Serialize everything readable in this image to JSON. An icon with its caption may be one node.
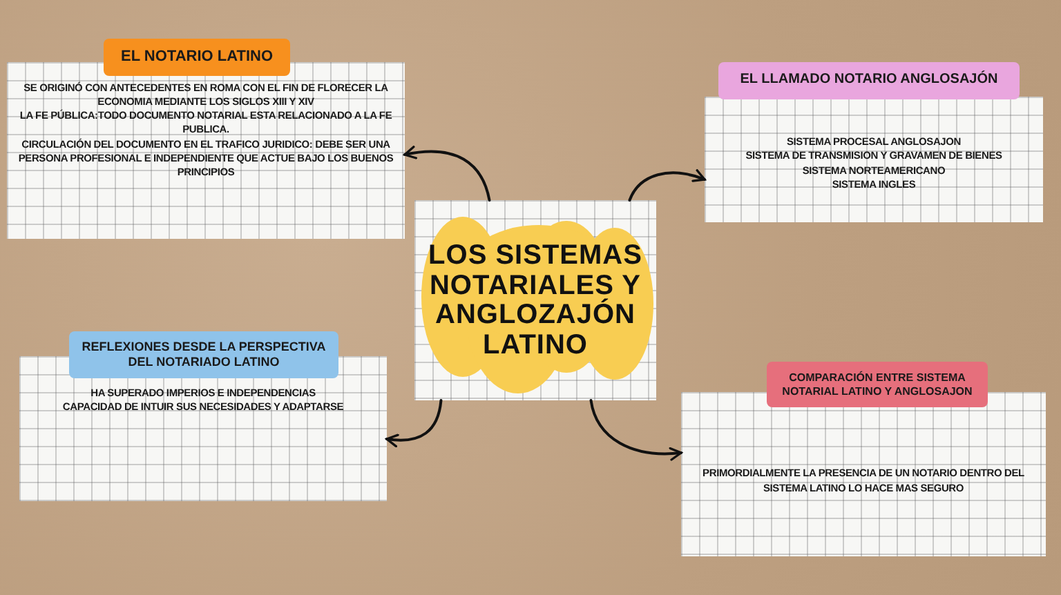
{
  "diagram": {
    "nodes": [
      {
        "text": [
          "LOS SISTEMAS NOTARIALES Y ANGLOZAJÓN LATINO"
        ]
      },
      {
        "text": [
          "EL NOTARIO LATINO",
          "SE ORIGINÓ CON ANTECEDENTES EN ROMA CON EL FIN DE FLORECER LA ECONOMIA MEDIANTE LOS SIGLOS XIII Y XIV",
          "LA FE PÚBLICA:TODO DOCUMENTO NOTARIAL ESTA RELACIONADO A LA FE PUBLICA.",
          "CIRCULACIÓN DEL DOCUMENTO EN EL TRAFICO JURIDICO: DEBE SER UNA PERSONA PROFESIONAL E INDEPENDIENTE QUE ACTUE BAJO LOS BUENOS PRINCIPIOS"
        ]
      },
      {
        "text": [
          "EL LLAMADO NOTARIO ANGLOSAJÓN",
          "SISTEMA PROCESAL ANGLOSAJON",
          "SISTEMA DE TRANSMISION Y GRAVAMEN DE BIENES",
          "SISTEMA NORTEAMERICANO",
          "SISTEMA INGLES"
        ]
      },
      {
        "text": [
          "REFLEXIONES DESDE LA PERSPECTIVA DEL NOTARIADO LATINO",
          "HA SUPERADO IMPERIOS E INDEPENDENCIAS",
          "CAPACIDAD DE INTUIR SUS NECESIDADES Y ADAPTARSE"
        ]
      },
      {
        "text": [
          "COMPARACIÓN ENTRE SISTEMA NOTARIAL LATINO Y ANGLOSAJON",
          "PRIMORDIALMENTE LA PRESENCIA DE UN NOTARIO DENTRO DEL SISTEMA LATINO LO HACE MAS SEGURO"
        ]
      }
    ],
    "edges": [
      {
        "from": 0,
        "to": 1,
        "arrow": "to"
      },
      {
        "from": 0,
        "to": 2,
        "arrow": "to"
      },
      {
        "from": 0,
        "to": 3,
        "arrow": "to"
      },
      {
        "from": 0,
        "to": 4,
        "arrow": "to"
      }
    ]
  }
}
